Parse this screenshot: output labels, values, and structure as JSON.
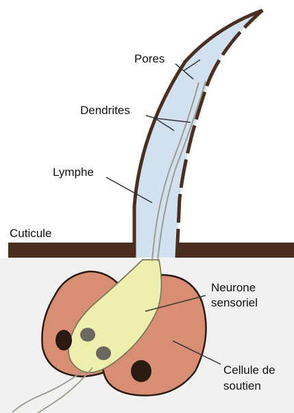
{
  "labels": {
    "pores": "Pores",
    "dendrites": "Dendrites",
    "lymphe": "Lymphe",
    "cuticule": "Cuticule",
    "neurone_line1": "Neurone",
    "neurone_line2": "sensoriel",
    "cellule_line1": "Cellule de",
    "cellule_line2": "soutien"
  },
  "colors": {
    "cuticle": "#4a2e1f",
    "lymph": "#d2e1ef",
    "tissue": "#f1f1f1",
    "support_cell": "#d88e72",
    "neuron": "#eeeeaf",
    "dendrite_line": "#9c9c8c",
    "nucleus_dark": "#2b1a12",
    "nucleus_neuron": "#6a6660",
    "pointer": "#333333"
  }
}
